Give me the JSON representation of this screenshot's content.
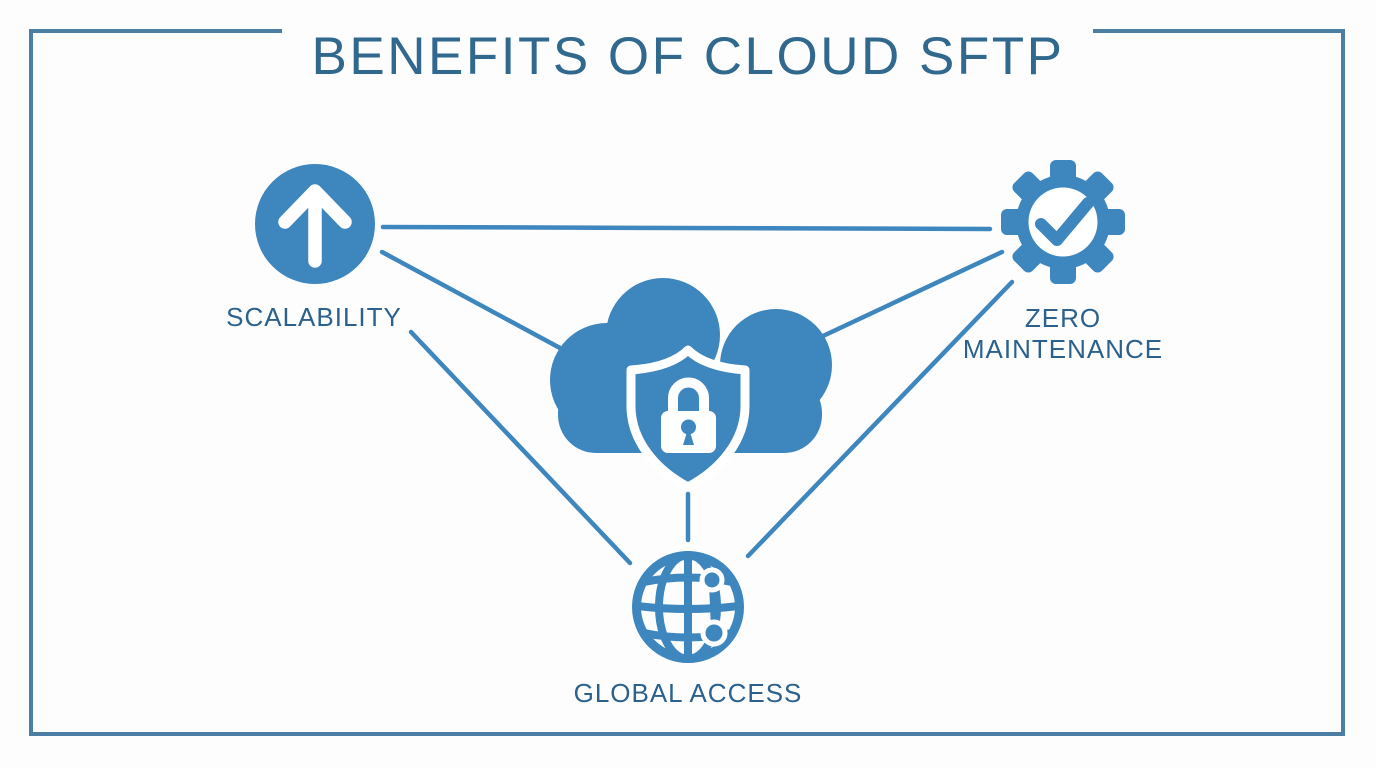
{
  "title": "BENEFITS OF CLOUD SFTP",
  "colors": {
    "icon_blue": "#3E86BE",
    "line_blue": "#3E86BE",
    "border_blue": "#4C7EA4",
    "title_text": "#31688E",
    "label_text": "#2B618C",
    "background": "#FDFDFD"
  },
  "nodes": {
    "scalability": {
      "label": "SCALABILITY",
      "icon": "up-arrow-circle-icon"
    },
    "zero_maintenance": {
      "label_line1": "ZERO",
      "label_line2": "MAINTENANCE",
      "icon": "gear-check-icon"
    },
    "global_access": {
      "label": "GLOBAL ACCESS",
      "icon": "globe-network-icon"
    },
    "cloud_sftp": {
      "icon": "cloud-shield-lock-icon"
    }
  },
  "connections": [
    {
      "from": "scalability",
      "to": "zero_maintenance"
    },
    {
      "from": "scalability",
      "to": "cloud_sftp"
    },
    {
      "from": "scalability",
      "to": "global_access"
    },
    {
      "from": "zero_maintenance",
      "to": "cloud_sftp"
    },
    {
      "from": "zero_maintenance",
      "to": "global_access"
    },
    {
      "from": "cloud_sftp",
      "to": "global_access"
    }
  ]
}
